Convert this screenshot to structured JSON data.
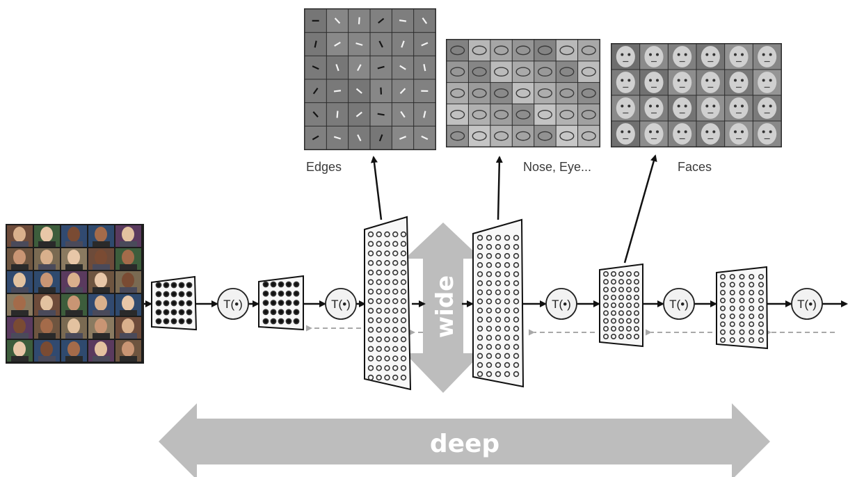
{
  "feature_labels": {
    "edges": "Edges",
    "parts": "Nose, Eye...",
    "faces": "Faces"
  },
  "transform_label": "T(•)",
  "width_label": "wide",
  "depth_label": "deep",
  "colors": {
    "big_arrow": "#bdbdbd",
    "arrow": "#111111",
    "backprop_arrow": "#a8a8a8",
    "node_fill": "#f2f2f2"
  }
}
